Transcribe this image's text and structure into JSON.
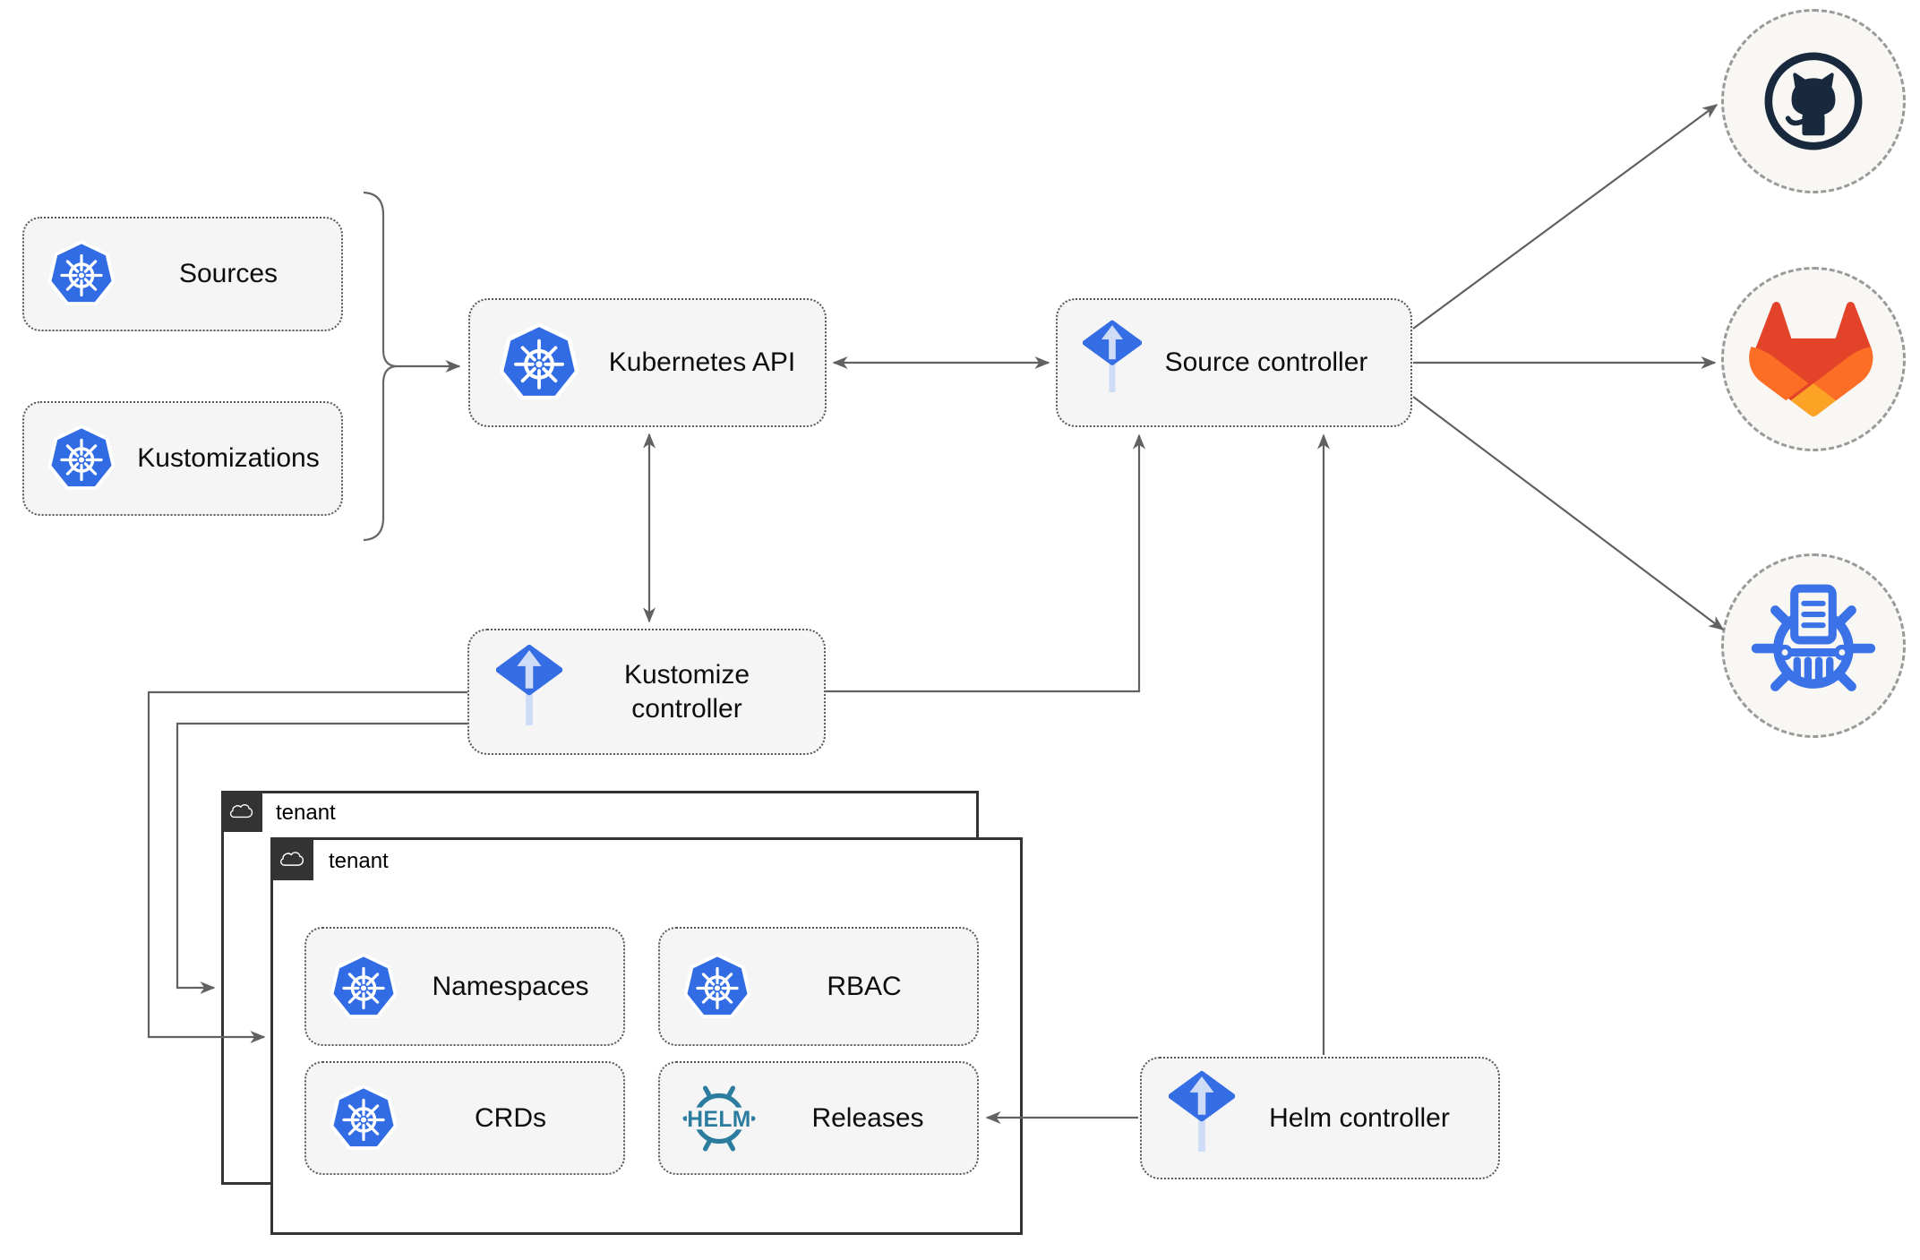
{
  "nodes": {
    "sources": {
      "label": "Sources",
      "icon": "kubernetes-icon"
    },
    "kustomizations": {
      "label": "Kustomizations",
      "icon": "kubernetes-icon"
    },
    "kubernetes_api": {
      "label": "Kubernetes API",
      "icon": "kubernetes-icon"
    },
    "source_controller": {
      "label": "Source controller",
      "icon": "flux-icon"
    },
    "kustomize_controller": {
      "label": "Kustomize controller",
      "icon": "flux-icon"
    },
    "helm_controller": {
      "label": "Helm controller",
      "icon": "flux-icon"
    },
    "tenants": [
      {
        "label": "tenant",
        "icon": "cloud-icon"
      },
      {
        "label": "tenant",
        "icon": "cloud-icon"
      }
    ],
    "namespaces": {
      "label": "Namespaces",
      "icon": "kubernetes-icon"
    },
    "rbac": {
      "label": "RBAC",
      "icon": "kubernetes-icon"
    },
    "crds": {
      "label": "CRDs",
      "icon": "kubernetes-icon"
    },
    "releases": {
      "label": "Releases",
      "icon": "helm-icon",
      "logo_text": "HELM"
    }
  },
  "remotes": [
    {
      "name": "github",
      "icon": "github-icon"
    },
    {
      "name": "gitlab",
      "icon": "gitlab-icon"
    },
    {
      "name": "helm-repository",
      "icon": "chartmuseum-icon"
    }
  ],
  "colors": {
    "kubernetes_blue": "#326ce5",
    "flux_blue": "#356de4",
    "flux_arrow_light": "#cfdcf7",
    "helm_teal": "#2b7c9e",
    "chartmuseum_blue": "#3b72e8",
    "github_navy": "#18293e",
    "gitlab_red": "#e24329",
    "gitlab_orange": "#fc6d26",
    "gitlab_yellow": "#fca326",
    "connector_gray": "#616161",
    "node_fill": "#f5f5f5",
    "node_border": "#575757",
    "tenant_dark": "#333333"
  }
}
